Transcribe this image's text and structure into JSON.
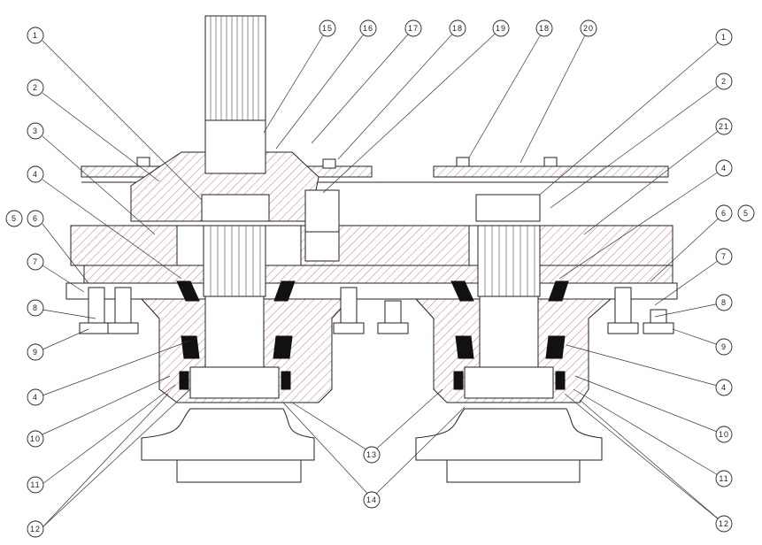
{
  "balloons": [
    {
      "id": "b1l",
      "label": "1"
    },
    {
      "id": "b2l",
      "label": "2"
    },
    {
      "id": "b3l",
      "label": "3"
    },
    {
      "id": "b4l",
      "label": "4"
    },
    {
      "id": "b5l",
      "label": "5"
    },
    {
      "id": "b6l",
      "label": "6"
    },
    {
      "id": "b7l",
      "label": "7"
    },
    {
      "id": "b8l",
      "label": "8"
    },
    {
      "id": "b9l",
      "label": "9"
    },
    {
      "id": "b4l2",
      "label": "4"
    },
    {
      "id": "b10l",
      "label": "10"
    },
    {
      "id": "b11l",
      "label": "11"
    },
    {
      "id": "b12l",
      "label": "12"
    },
    {
      "id": "b15",
      "label": "15"
    },
    {
      "id": "b16",
      "label": "16"
    },
    {
      "id": "b17",
      "label": "17"
    },
    {
      "id": "b18a",
      "label": "18"
    },
    {
      "id": "b19",
      "label": "19"
    },
    {
      "id": "b18b",
      "label": "18"
    },
    {
      "id": "b20",
      "label": "20"
    },
    {
      "id": "b13",
      "label": "13"
    },
    {
      "id": "b14",
      "label": "14"
    },
    {
      "id": "b1r",
      "label": "1"
    },
    {
      "id": "b2r",
      "label": "2"
    },
    {
      "id": "b21",
      "label": "21"
    },
    {
      "id": "b4r",
      "label": "4"
    },
    {
      "id": "b6r",
      "label": "6"
    },
    {
      "id": "b5r",
      "label": "5"
    },
    {
      "id": "b7r",
      "label": "7"
    },
    {
      "id": "b8r",
      "label": "8"
    },
    {
      "id": "b9r",
      "label": "9"
    },
    {
      "id": "b4r2",
      "label": "4"
    },
    {
      "id": "b10r",
      "label": "10"
    },
    {
      "id": "b11r",
      "label": "11"
    },
    {
      "id": "b12r",
      "label": "12"
    }
  ]
}
